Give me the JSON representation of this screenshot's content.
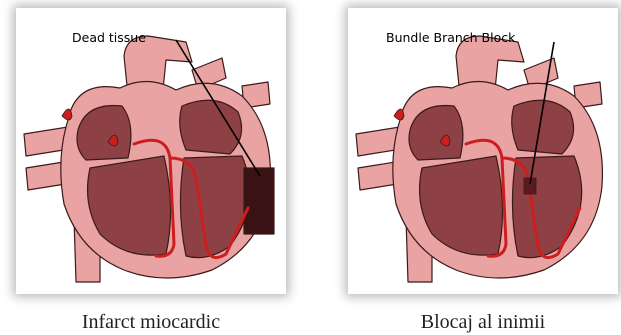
{
  "panels": [
    {
      "callout": "Dead tissue",
      "caption": "Infarct miocardic"
    },
    {
      "callout": "Bundle Branch Block",
      "caption": "Blocaj al inimii"
    }
  ],
  "colors": {
    "outer_heart": "#e9a3a2",
    "chamber": "#8e4145",
    "chamber_shadow": "#6d2f32",
    "conduction": "#cc1e1e",
    "dead_tissue": "#3a1214",
    "outline": "#3b1a1a"
  }
}
